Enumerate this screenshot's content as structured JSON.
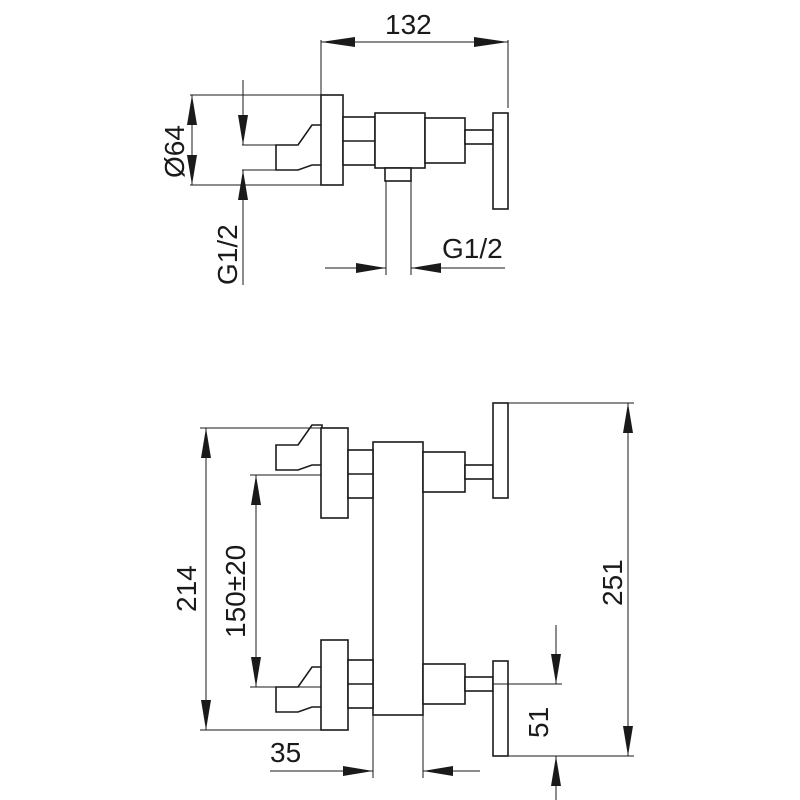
{
  "dimensions": {
    "top_width": "132",
    "top_diameter": "Ø64",
    "top_left_thread": "G1/2",
    "top_outlet_thread": "G1/2",
    "front_height_total": "214",
    "front_center_distance": "150±20",
    "front_height_handle": "251",
    "front_offset_left": "35",
    "front_offset_right": "51"
  }
}
